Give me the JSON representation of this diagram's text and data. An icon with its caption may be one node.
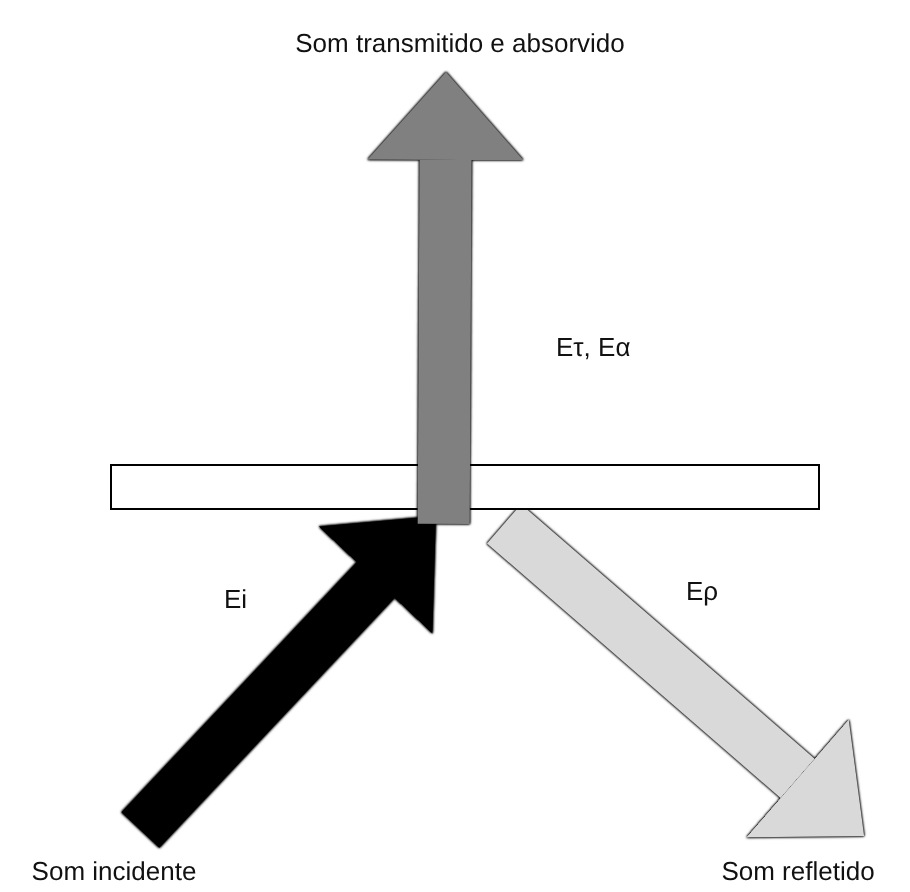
{
  "diagram": {
    "nodes": [
      {
        "text": [
          "Som transmitido e absorvido"
        ]
      },
      {
        "text": [],
        "shape": "bar"
      },
      {
        "text": [
          "Som incidente"
        ]
      },
      {
        "text": [
          "Som refletido"
        ]
      }
    ],
    "edges": [
      {
        "from": 2,
        "to": 1,
        "arrow": "to",
        "label": "Ei",
        "color": "#000000"
      },
      {
        "from": 1,
        "to": 3,
        "arrow": "to",
        "label": "Eρ",
        "color": "#d9d9d9"
      },
      {
        "from": 1,
        "to": 0,
        "arrow": "to",
        "label": "Eτ, Eα",
        "color": "#808080"
      }
    ]
  }
}
